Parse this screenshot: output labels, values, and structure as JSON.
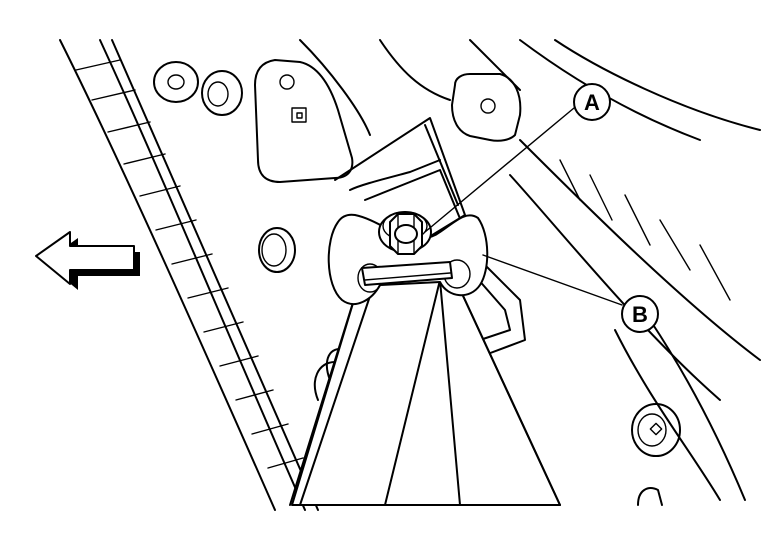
{
  "diagram": {
    "callouts": [
      {
        "id": "A",
        "label": "A",
        "target": "bolt"
      },
      {
        "id": "B",
        "label": "B",
        "target": "seat-belt-anchor"
      }
    ],
    "direction_arrow": {
      "icon": "arrow-left-icon",
      "meaning": "front"
    },
    "colors": {
      "stroke": "#000000",
      "background": "#ffffff"
    }
  }
}
